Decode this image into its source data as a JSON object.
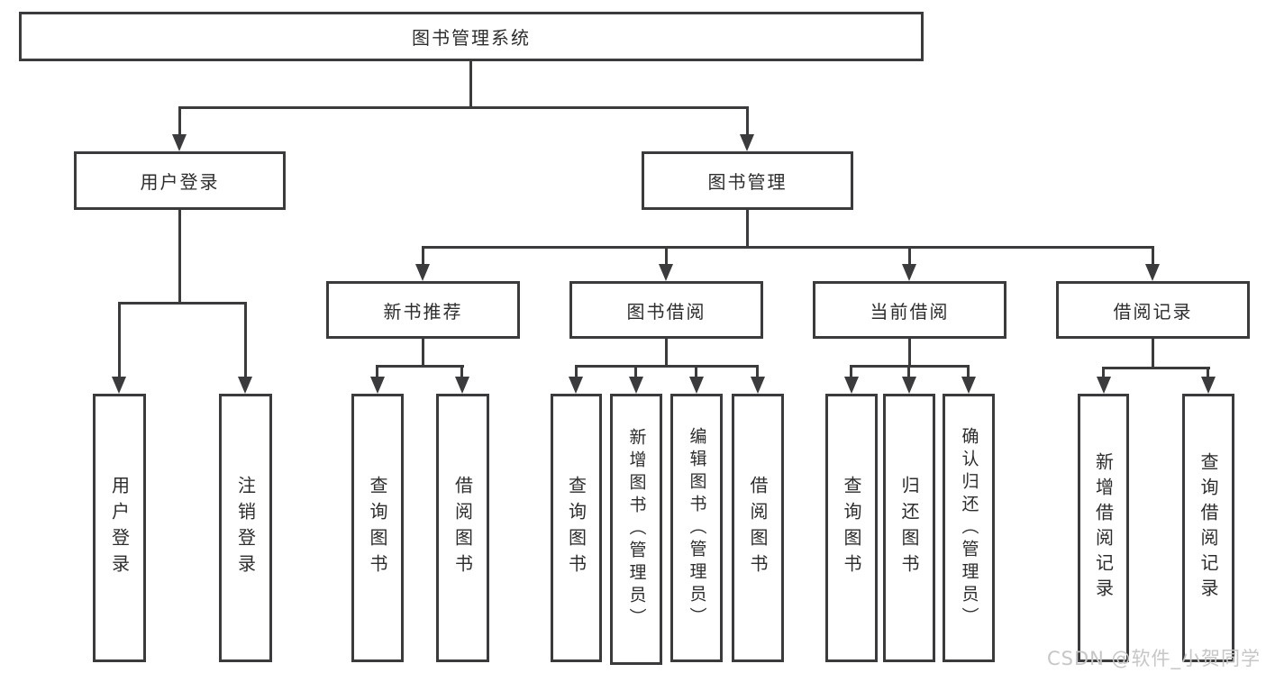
{
  "diagram": {
    "type": "tree",
    "colors": {
      "line": "#3b3b3d",
      "text": "#2d2d2f",
      "watermark": "#c6c6c6",
      "background": "#ffffff"
    },
    "root": {
      "label": "图书管理系统",
      "children": [
        {
          "label": "用户登录",
          "children": [
            {
              "label": "用户登录"
            },
            {
              "label": "注销登录"
            }
          ]
        },
        {
          "label": "图书管理",
          "children": [
            {
              "label": "新书推荐",
              "children": [
                {
                  "label": "查询图书"
                },
                {
                  "label": "借阅图书"
                }
              ]
            },
            {
              "label": "图书借阅",
              "children": [
                {
                  "label": "查询图书"
                },
                {
                  "label": "新增图书（管理员）"
                },
                {
                  "label": "编辑图书（管理员）"
                },
                {
                  "label": "借阅图书"
                }
              ]
            },
            {
              "label": "当前借阅",
              "children": [
                {
                  "label": "查询图书"
                },
                {
                  "label": "归还图书"
                },
                {
                  "label": "确认归还（管理员）"
                }
              ]
            },
            {
              "label": "借阅记录",
              "children": [
                {
                  "label": "新增借阅记录"
                },
                {
                  "label": "查询借阅记录"
                }
              ]
            }
          ]
        }
      ]
    },
    "watermark": "CSDN @软件_小贺同学"
  }
}
